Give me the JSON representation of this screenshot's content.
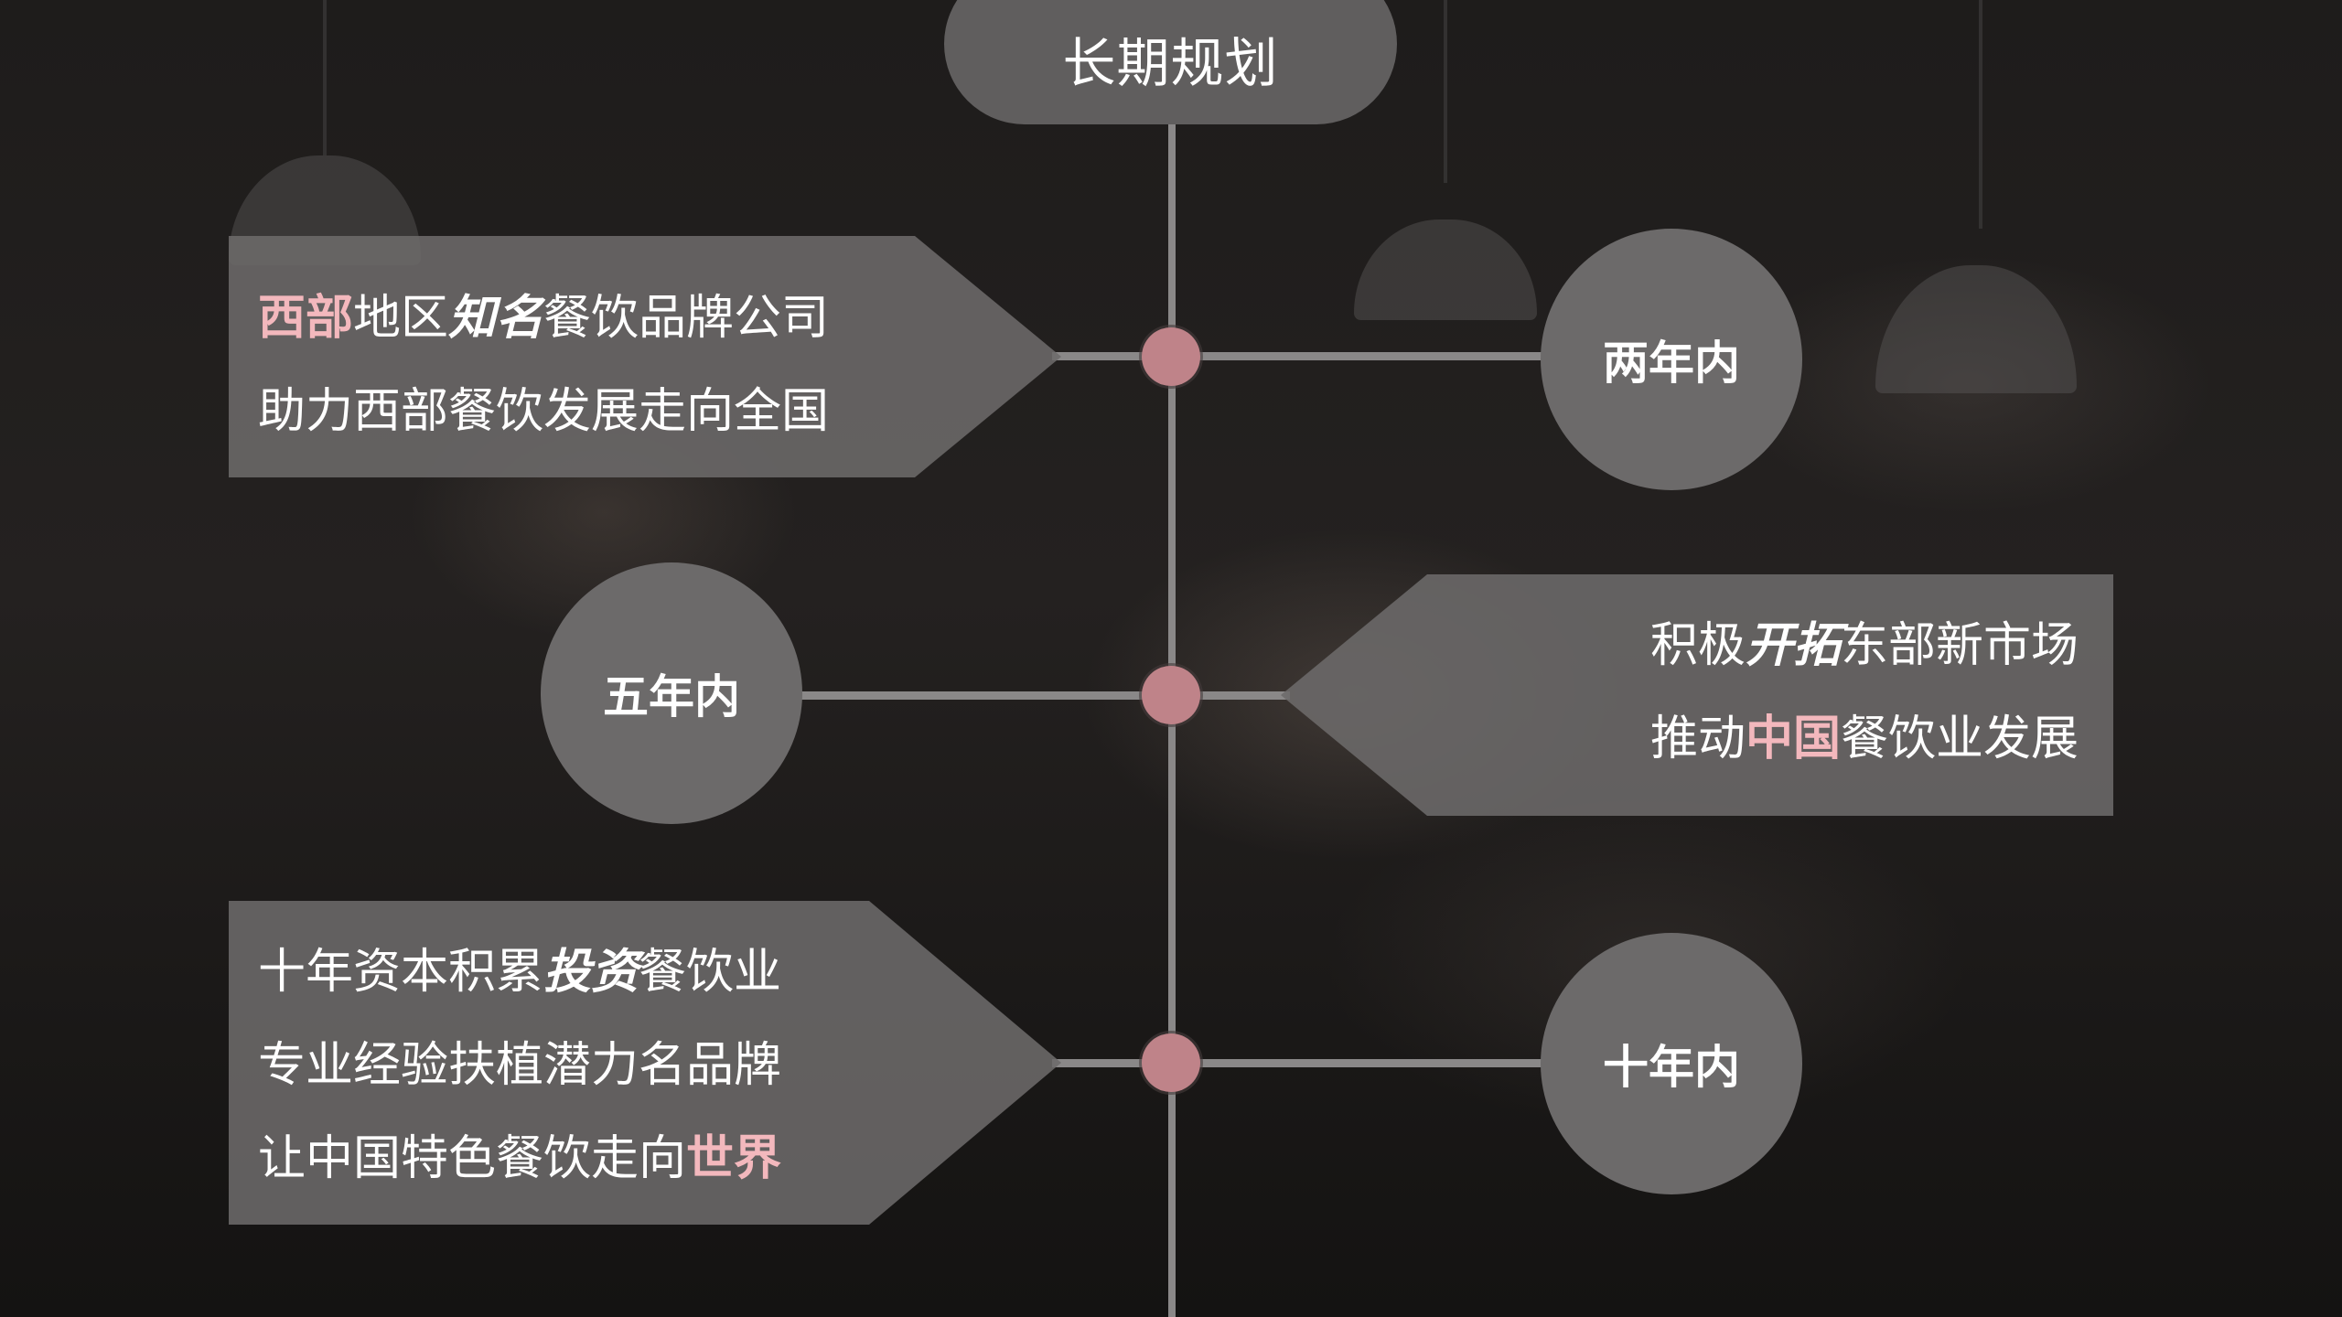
{
  "title": "长期规划",
  "colors": {
    "accent": "#f3b8bd",
    "dot": "#bf8389",
    "panel": "#6c6a6a",
    "line": "#8a8888"
  },
  "milestones": [
    {
      "label": "两年内",
      "lines": [
        [
          {
            "t": "西部",
            "s": "accent"
          },
          {
            "t": "地区",
            "s": "normal"
          },
          {
            "t": "知名",
            "s": "callig"
          },
          {
            "t": "餐饮品牌公司",
            "s": "normal"
          }
        ],
        [
          {
            "t": "助力西部餐饮发展走向全国",
            "s": "normal"
          }
        ]
      ]
    },
    {
      "label": "五年内",
      "lines": [
        [
          {
            "t": "积极",
            "s": "normal"
          },
          {
            "t": "开拓",
            "s": "callig"
          },
          {
            "t": "东部新市场",
            "s": "normal"
          }
        ],
        [
          {
            "t": "推动",
            "s": "normal"
          },
          {
            "t": "中国",
            "s": "accent"
          },
          {
            "t": "餐饮业发展",
            "s": "normal"
          }
        ]
      ]
    },
    {
      "label": "十年内",
      "lines": [
        [
          {
            "t": "十年资本积累",
            "s": "normal"
          },
          {
            "t": "投资",
            "s": "callig"
          },
          {
            "t": "餐饮业",
            "s": "normal"
          }
        ],
        [
          {
            "t": "专业经验扶植潜力名品牌",
            "s": "normal"
          }
        ],
        [
          {
            "t": "让中国特色餐饮走向",
            "s": "normal"
          },
          {
            "t": "世界",
            "s": "accent"
          }
        ]
      ]
    }
  ]
}
